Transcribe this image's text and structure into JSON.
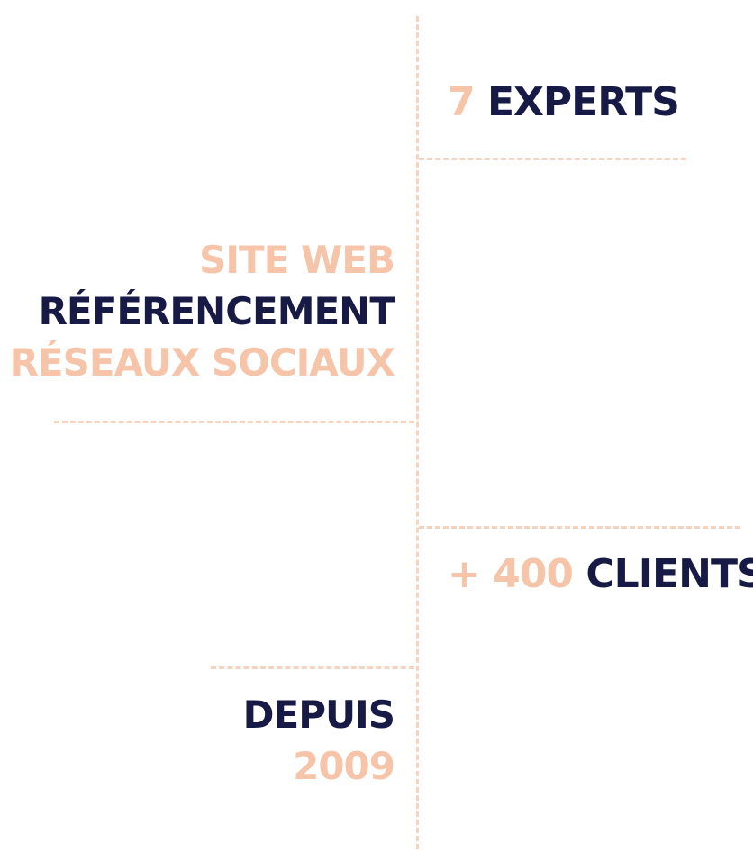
{
  "experts": {
    "number": "7",
    "label": "EXPERTS"
  },
  "services": {
    "line1": "SITE WEB",
    "line2": "RÉFÉRENCEMENT",
    "line3": "RÉSEAUX SOCIAUX"
  },
  "clients": {
    "number": "+ 400",
    "label": "CLIENTS"
  },
  "since": {
    "label": "DEPUIS",
    "year": "2009"
  },
  "colors": {
    "accent": "#f6c4a8",
    "navy": "#161a45",
    "dash": "#f6d3bf"
  }
}
